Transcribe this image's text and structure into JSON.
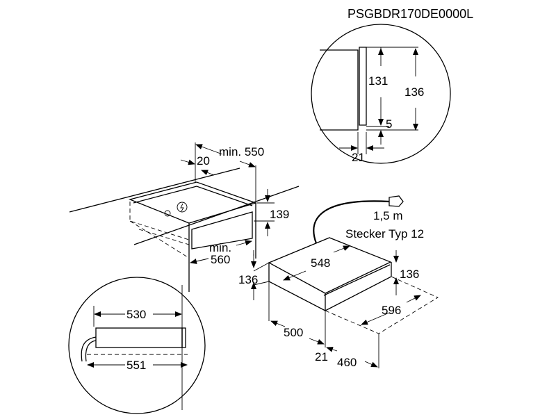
{
  "model_code": "PSGBDR170DE0000L",
  "detail_top": {
    "d131": "131",
    "d136": "136",
    "d5": "5",
    "d21": "21"
  },
  "niche": {
    "d20": "20",
    "min550": "min. 550",
    "d139": "139",
    "min": "min.",
    "d560": "560"
  },
  "appliance": {
    "cable_length": "1,5 m",
    "plug_type": "Stecker Typ 12",
    "d548": "548",
    "d136_left": "136",
    "d136_right": "136",
    "d596": "596",
    "d500": "500",
    "d21": "21",
    "d460": "460"
  },
  "detail_bottom": {
    "d530": "530",
    "d551": "551"
  }
}
